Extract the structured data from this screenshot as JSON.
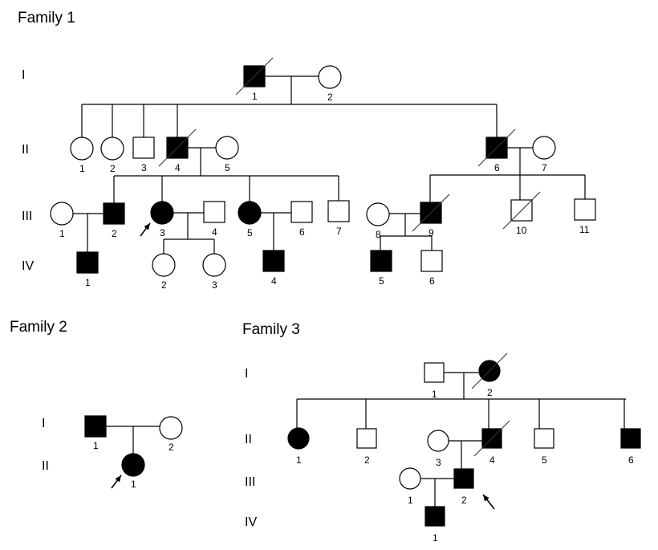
{
  "families": [
    {
      "title": "Family 1",
      "generations": [
        "I",
        "II",
        "III",
        "IV"
      ],
      "individuals": [
        {
          "id": "I-1",
          "label": "1",
          "sex": "male",
          "affected": true,
          "deceased": true
        },
        {
          "id": "I-2",
          "label": "2",
          "sex": "female",
          "affected": false,
          "deceased": false
        },
        {
          "id": "II-1",
          "label": "1",
          "sex": "female",
          "affected": false,
          "deceased": false
        },
        {
          "id": "II-2",
          "label": "2",
          "sex": "female",
          "affected": false,
          "deceased": false
        },
        {
          "id": "II-3",
          "label": "3",
          "sex": "male",
          "affected": false,
          "deceased": false
        },
        {
          "id": "II-4",
          "label": "4",
          "sex": "male",
          "affected": true,
          "deceased": true
        },
        {
          "id": "II-5",
          "label": "5",
          "sex": "female",
          "affected": false,
          "deceased": false
        },
        {
          "id": "II-6",
          "label": "6",
          "sex": "male",
          "affected": true,
          "deceased": true
        },
        {
          "id": "II-7",
          "label": "7",
          "sex": "female",
          "affected": false,
          "deceased": false
        },
        {
          "id": "III-1",
          "label": "1",
          "sex": "female",
          "affected": false,
          "deceased": false
        },
        {
          "id": "III-2",
          "label": "2",
          "sex": "male",
          "affected": true,
          "deceased": false
        },
        {
          "id": "III-3",
          "label": "3",
          "sex": "female",
          "affected": true,
          "deceased": false,
          "proband": true
        },
        {
          "id": "III-4",
          "label": "4",
          "sex": "male",
          "affected": false,
          "deceased": false
        },
        {
          "id": "III-5",
          "label": "5",
          "sex": "female",
          "affected": true,
          "deceased": false
        },
        {
          "id": "III-6",
          "label": "6",
          "sex": "male",
          "affected": false,
          "deceased": false
        },
        {
          "id": "III-7",
          "label": "7",
          "sex": "male",
          "affected": false,
          "deceased": false
        },
        {
          "id": "III-8",
          "label": "8",
          "sex": "female",
          "affected": false,
          "deceased": false
        },
        {
          "id": "III-9",
          "label": "9",
          "sex": "male",
          "affected": true,
          "deceased": true
        },
        {
          "id": "III-10",
          "label": "10",
          "sex": "male",
          "affected": false,
          "deceased": true
        },
        {
          "id": "III-11",
          "label": "11",
          "sex": "male",
          "affected": false,
          "deceased": false
        },
        {
          "id": "IV-1",
          "label": "1",
          "sex": "male",
          "affected": true,
          "deceased": false
        },
        {
          "id": "IV-2",
          "label": "2",
          "sex": "female",
          "affected": false,
          "deceased": false
        },
        {
          "id": "IV-3",
          "label": "3",
          "sex": "female",
          "affected": false,
          "deceased": false
        },
        {
          "id": "IV-4",
          "label": "4",
          "sex": "male",
          "affected": true,
          "deceased": false
        },
        {
          "id": "IV-5",
          "label": "5",
          "sex": "male",
          "affected": true,
          "deceased": false
        },
        {
          "id": "IV-6",
          "label": "6",
          "sex": "male",
          "affected": false,
          "deceased": false
        }
      ],
      "unions": [
        {
          "partners": [
            "I-1",
            "I-2"
          ],
          "children": [
            "II-1",
            "II-2",
            "II-3",
            "II-4",
            "II-6"
          ]
        },
        {
          "partners": [
            "II-4",
            "II-5"
          ],
          "children": [
            "III-2",
            "III-3",
            "III-5",
            "III-7"
          ]
        },
        {
          "partners": [
            "II-6",
            "II-7"
          ],
          "children": [
            "III-9",
            "III-10",
            "III-11"
          ]
        },
        {
          "partners": [
            "III-1",
            "III-2"
          ],
          "children": [
            "IV-1"
          ]
        },
        {
          "partners": [
            "III-3",
            "III-4"
          ],
          "children": [
            "IV-2",
            "IV-3"
          ]
        },
        {
          "partners": [
            "III-5",
            "III-6"
          ],
          "children": [
            "IV-4"
          ]
        },
        {
          "partners": [
            "III-8",
            "III-9"
          ],
          "children": [
            "IV-5",
            "IV-6"
          ]
        }
      ]
    },
    {
      "title": "Family 2",
      "generations": [
        "I",
        "II"
      ],
      "individuals": [
        {
          "id": "I-1",
          "label": "1",
          "sex": "male",
          "affected": true,
          "deceased": false
        },
        {
          "id": "I-2",
          "label": "2",
          "sex": "female",
          "affected": false,
          "deceased": false
        },
        {
          "id": "II-1",
          "label": "1",
          "sex": "female",
          "affected": true,
          "deceased": false,
          "proband": true
        }
      ],
      "unions": [
        {
          "partners": [
            "I-1",
            "I-2"
          ],
          "children": [
            "II-1"
          ]
        }
      ]
    },
    {
      "title": "Family 3",
      "generations": [
        "I",
        "II",
        "III",
        "IV"
      ],
      "individuals": [
        {
          "id": "I-1",
          "label": "1",
          "sex": "male",
          "affected": false,
          "deceased": false
        },
        {
          "id": "I-2",
          "label": "2",
          "sex": "female",
          "affected": true,
          "deceased": true
        },
        {
          "id": "II-1",
          "label": "1",
          "sex": "female",
          "affected": true,
          "deceased": false
        },
        {
          "id": "II-2",
          "label": "2",
          "sex": "male",
          "affected": false,
          "deceased": false
        },
        {
          "id": "II-3",
          "label": "3",
          "sex": "female",
          "affected": false,
          "deceased": false
        },
        {
          "id": "II-4",
          "label": "4",
          "sex": "male",
          "affected": true,
          "deceased": true
        },
        {
          "id": "II-5",
          "label": "5",
          "sex": "male",
          "affected": false,
          "deceased": false
        },
        {
          "id": "II-6",
          "label": "6",
          "sex": "male",
          "affected": true,
          "deceased": false
        },
        {
          "id": "III-1",
          "label": "1",
          "sex": "female",
          "affected": false,
          "deceased": false
        },
        {
          "id": "III-2",
          "label": "2",
          "sex": "male",
          "affected": true,
          "deceased": false,
          "proband": true
        },
        {
          "id": "IV-1",
          "label": "1",
          "sex": "male",
          "affected": true,
          "deceased": false
        }
      ],
      "unions": [
        {
          "partners": [
            "I-1",
            "I-2"
          ],
          "children": [
            "II-1",
            "II-2",
            "II-4",
            "II-5",
            "II-6"
          ]
        },
        {
          "partners": [
            "II-3",
            "II-4"
          ],
          "children": [
            "III-2"
          ]
        },
        {
          "partners": [
            "III-1",
            "III-2"
          ],
          "children": [
            "IV-1"
          ]
        }
      ]
    }
  ]
}
